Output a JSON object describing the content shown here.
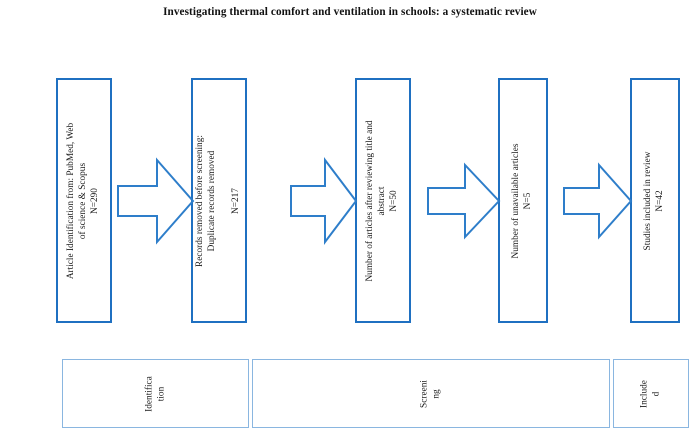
{
  "document": {
    "title": "Investigating thermal comfort and ventilation in schools: a systematic review"
  },
  "colors": {
    "box_border": "#1F70C1",
    "arrow_stroke": "#2E7ECA",
    "stage_border": "#8AB6E0",
    "text": "#1a1a1a",
    "background": "#ffffff"
  },
  "flow": {
    "boxes": [
      {
        "id": "identification",
        "label": "Article Identification from: PubMed, Web\nof science & Scopus\nN=290",
        "count": "N=290"
      },
      {
        "id": "records-removed",
        "label": "Records removed before screening:\nDuplicate records removed\n\nN=217",
        "count": "N=217"
      },
      {
        "id": "after-title-abstract",
        "label": "Number of articles after reviewing title and\nabstract\nN=50",
        "count": "N=50"
      },
      {
        "id": "unavailable-articles",
        "label": "Number of unavailable articles\nN=5",
        "count": "N=5"
      },
      {
        "id": "studies-included",
        "label": "Studies included in review\nN=42",
        "count": "N=42"
      }
    ],
    "arrows": [
      {
        "id": "arrow-1",
        "from": "identification",
        "to": "records-removed",
        "direction": "right"
      },
      {
        "id": "arrow-2",
        "from": "records-removed",
        "to": "after-title-abstract",
        "direction": "right"
      },
      {
        "id": "arrow-3",
        "from": "after-title-abstract",
        "to": "unavailable-articles",
        "direction": "right"
      },
      {
        "id": "arrow-4",
        "from": "unavailable-articles",
        "to": "studies-included",
        "direction": "right"
      }
    ]
  },
  "stages": [
    {
      "id": "stage-identification",
      "label": "Identifica\ntion"
    },
    {
      "id": "stage-screening",
      "label": "Screeni\nng"
    },
    {
      "id": "stage-included",
      "label": "Include\nd"
    }
  ]
}
